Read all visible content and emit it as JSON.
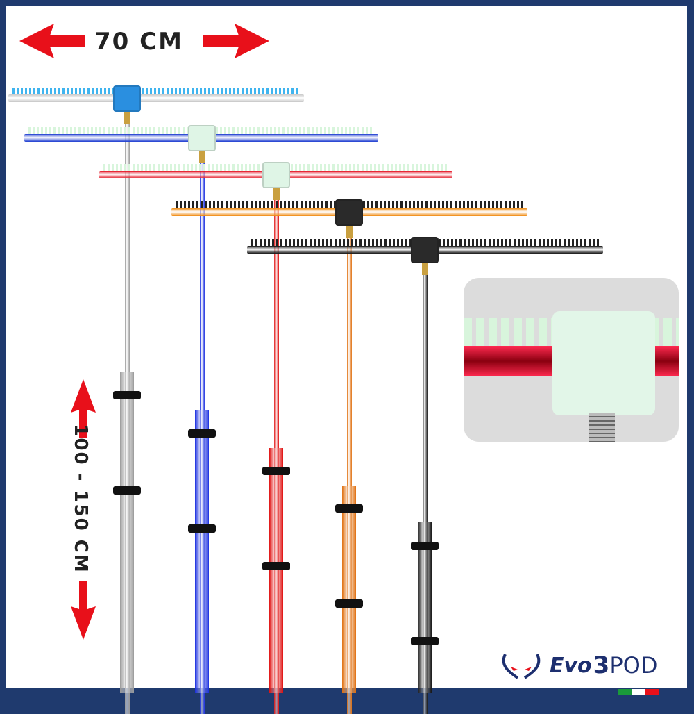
{
  "width_label": "70 CM",
  "height_label": "100 - 150 CM",
  "brand": {
    "name_italic": "Evo",
    "name_number": "3",
    "name_rest": "POD"
  },
  "colors": {
    "frame": "#1f3a6e",
    "arrow": "#e8101a",
    "brand": "#1d2f6f"
  },
  "rods": [
    {
      "name": "silver",
      "pole": "#9a9a9a",
      "bar": "#c8c8c8",
      "teeth": "#3fb4ef",
      "clamp": "#2a8fe0"
    },
    {
      "name": "blue",
      "pole": "#1a2fe0",
      "bar": "#1a3ad0",
      "teeth": "#d8f5dc",
      "clamp": "#dff5e6"
    },
    {
      "name": "red",
      "pole": "#e01010",
      "bar": "#e41020",
      "teeth": "#d8f5dc",
      "clamp": "#dff5e6"
    },
    {
      "name": "orange",
      "pole": "#e07010",
      "bar": "#f08a10",
      "teeth": "#222222",
      "clamp": "#2a2a2a"
    },
    {
      "name": "black",
      "pole": "#151515",
      "bar": "#111111",
      "teeth": "#222222",
      "clamp": "#2a2a2a"
    }
  ]
}
